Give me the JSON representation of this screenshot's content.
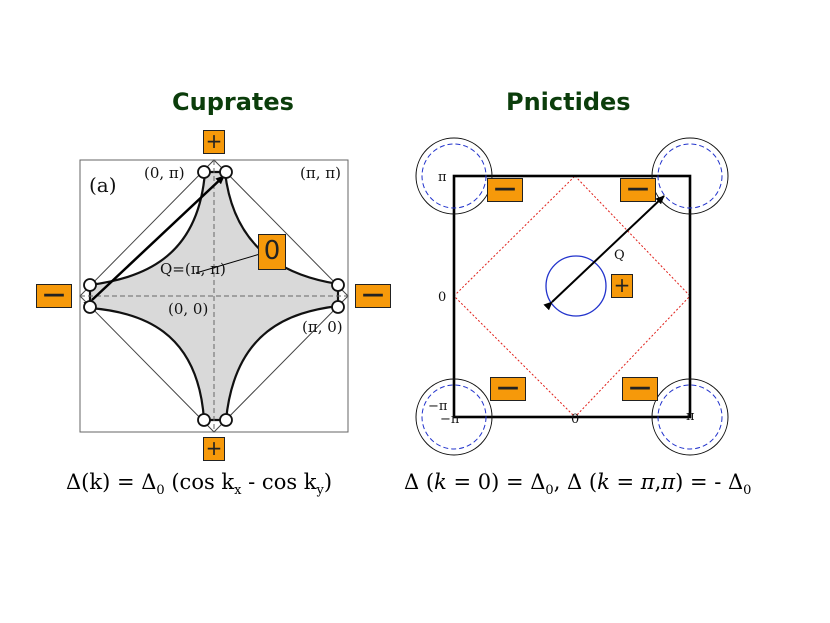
{
  "titles": {
    "left": "Cuprates",
    "right": "Pnictides"
  },
  "cuprates": {
    "panel_label": "(a)",
    "labels": {
      "zero_pi": "(0, π)",
      "pi_pi": "(π, π)",
      "q": "Q=(π, π)",
      "origin": "(0, 0)",
      "pi_zero": "(π, 0)"
    },
    "badges": {
      "top": "+",
      "bottom": "+",
      "left": "—",
      "right": "—",
      "center": "0"
    },
    "formula": {
      "delta": "Δ",
      "k": "(k) = ",
      "delta0": "Δ",
      "sub0": "0",
      "cos": " (cos k",
      "subx": "x",
      "minus": " - cos k",
      "suby": "y",
      "close": ")"
    }
  },
  "pnictides": {
    "labels": {
      "pi_left": "π",
      "zero_left": "0",
      "neg_pi_left": "−π",
      "neg_pi_bottom": "−π",
      "zero_bottom": "0",
      "pi_bottom": "π",
      "q": "Q"
    },
    "badges": {
      "top_left": "—",
      "top_right": "—",
      "bottom_left": "—",
      "bottom_right": "—",
      "center": "+"
    },
    "formula": {
      "part1": "Δ (",
      "k1": "k",
      "part2": " = 0) = Δ",
      "sub1": "0",
      "part3": ",  Δ (",
      "k2": "k",
      "part4": " = ",
      "pi1": "π",
      "part5": ",",
      "pi2": "π",
      "part6": ") = - Δ",
      "sub2": "0"
    }
  },
  "colors": {
    "badge": "#f6990a",
    "title": "#0b3d0b",
    "fermi_fill": "#d9d9d9",
    "blue_circle": "#2233cc",
    "red_dotted": "#e0201a"
  }
}
